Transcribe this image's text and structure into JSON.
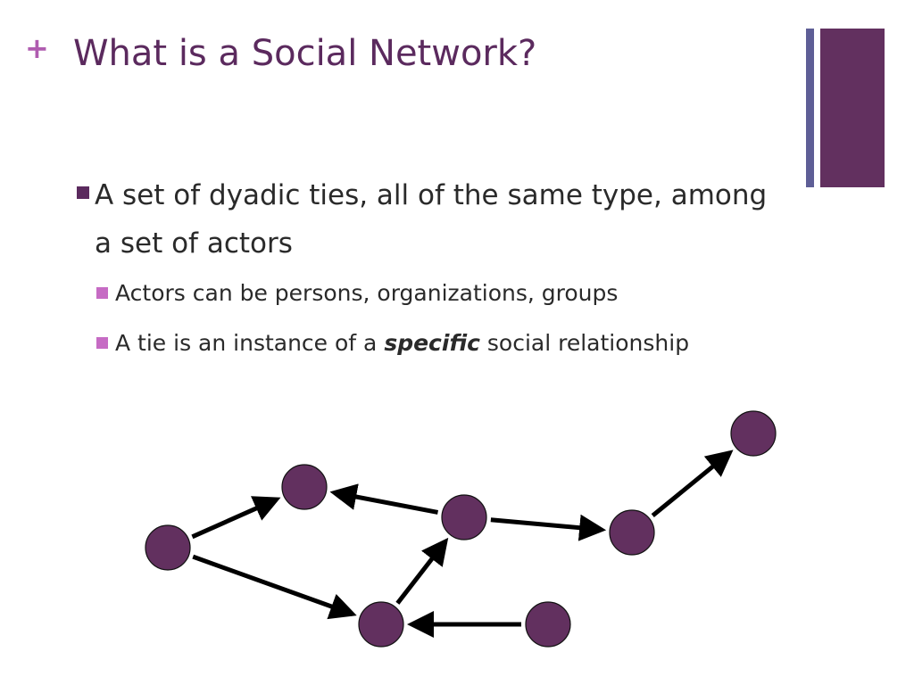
{
  "slide": {
    "plus_glyph": "+",
    "title": "What is a Social Network?",
    "accent_colors": {
      "title": "#5b2a5e",
      "plus": "#b05cb0",
      "node_fill": "#62305f",
      "edge": "#000000",
      "deco_thin": "#5e5e96",
      "deco_block": "#62305f"
    }
  },
  "bullets": {
    "main": "A set of dyadic ties, all of the same type, among a set of actors",
    "sub1": "Actors can be persons, organizations, groups",
    "sub2_before": "A tie is an instance of a ",
    "sub2_emphasis": "specific",
    "sub2_after": " social relationship"
  },
  "network": {
    "nodes": [
      "n1",
      "n2",
      "n3",
      "n4",
      "n5",
      "n6",
      "n7"
    ],
    "edges": [
      {
        "from": "n1",
        "to": "n2"
      },
      {
        "from": "n1",
        "to": "n5"
      },
      {
        "from": "n3",
        "to": "n2"
      },
      {
        "from": "n3",
        "to": "n4"
      },
      {
        "from": "n4",
        "to": "n7"
      },
      {
        "from": "n5",
        "to": "n3"
      },
      {
        "from": "n6",
        "to": "n5"
      }
    ]
  }
}
